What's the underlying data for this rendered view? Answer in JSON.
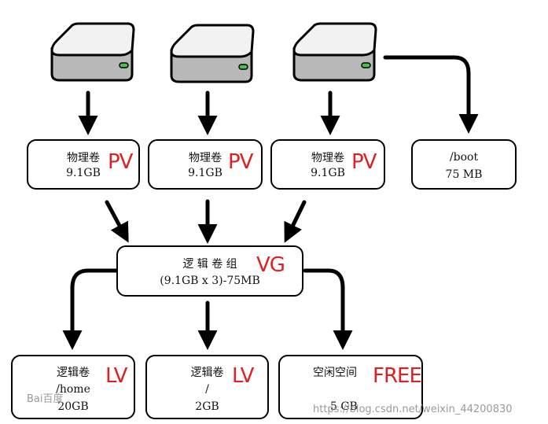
{
  "pv_boxes": [
    {
      "title": "物理卷",
      "size": "9.1GB",
      "tag": "PV"
    },
    {
      "title": "物理卷",
      "size": "9.1GB",
      "tag": "PV"
    },
    {
      "title": "物理卷",
      "size": "9.1GB",
      "tag": "PV"
    }
  ],
  "boot_box": {
    "path": "/boot",
    "size": "75 MB"
  },
  "vg_box": {
    "title": "逻 辑 卷 组",
    "formula": "(9.1GB x 3)-75MB",
    "tag": "VG"
  },
  "lv_boxes": [
    {
      "title": "逻辑卷",
      "path": "/home",
      "size": "20GB",
      "tag": "LV"
    },
    {
      "title": "逻辑卷",
      "path": "/",
      "size": "2GB",
      "tag": "LV"
    }
  ],
  "free_box": {
    "title": "空闲空间",
    "size": "5 GB",
    "tag": "FREE"
  },
  "watermarks": {
    "left": "Bai百度",
    "right": "https://blog.csdn.net/weixin_44200830"
  }
}
